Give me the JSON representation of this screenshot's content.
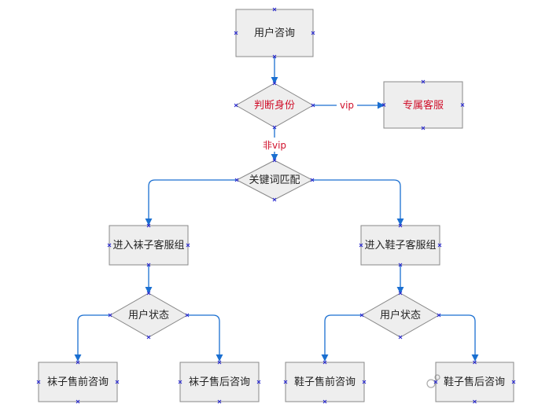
{
  "colors": {
    "edge": "#1a6fd1",
    "node_fill": "#eeeeee",
    "node_stroke": "#888888",
    "handle": "#2a2ad0",
    "highlight_text": "#d0102b"
  },
  "nodes": {
    "user_consult": "用户咨询",
    "judge_identity": "判断身份",
    "vip_service": "专属客服",
    "keyword_match": "关键词匹配",
    "sock_group": "进入袜子客服组",
    "shoe_group": "进入鞋子客服组",
    "user_state_left": "用户状态",
    "user_state_right": "用户状态",
    "sock_presale": "袜子售前咨询",
    "sock_aftersale": "袜子售后咨询",
    "shoe_presale": "鞋子售前咨询",
    "shoe_aftersale": "鞋子售后咨询"
  },
  "edges": {
    "vip_label": "vip",
    "non_vip_label": "非vip"
  }
}
